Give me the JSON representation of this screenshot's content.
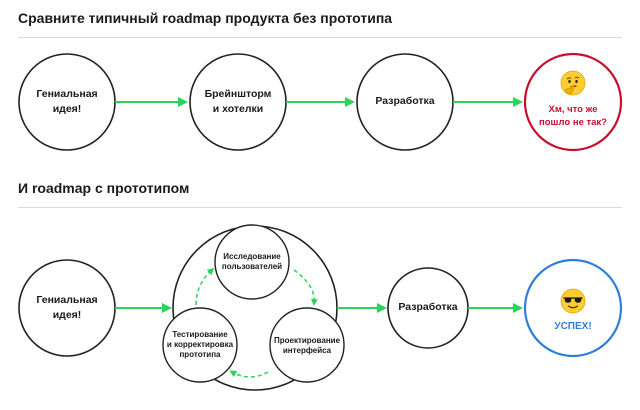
{
  "section1": {
    "title": "Сравните типичный roadmap продукта без прототипа",
    "nodes": {
      "idea": "Гениальная\nидея!",
      "brainstorm": "Брейншторм\nи хотелки",
      "dev": "Разработка",
      "fail": "Хм, что же\nпошло не так?"
    },
    "fail_emoji": "thinking-face-icon",
    "fail_color": "#c8102e"
  },
  "section2": {
    "title": "И roadmap с прототипом",
    "nodes": {
      "idea": "Гениальная\nидея!",
      "research": "Исследование\nпользователей",
      "design": "Проектирование\nинтерфейса",
      "testing": "Тестирование\nи корректировка\nпрототипа",
      "dev": "Разработка",
      "success": "УСПЕХ!"
    },
    "success_emoji": "sunglasses-face-icon",
    "success_color": "#2f7fd9"
  },
  "colors": {
    "arrow": "#2bd35a",
    "node_border": "#222222",
    "divider": "#d9d9d9"
  }
}
